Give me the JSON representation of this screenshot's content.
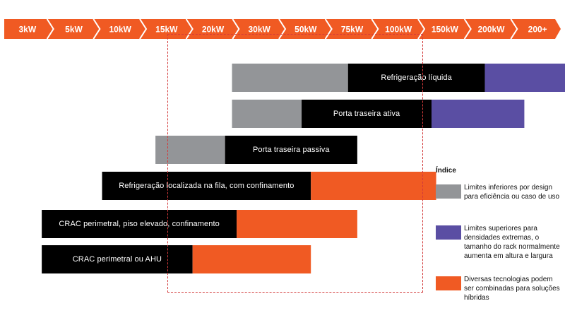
{
  "colors": {
    "scale_bg": "#f05a23",
    "gray": "#939598",
    "black": "#000000",
    "purple": "#5a4ea3",
    "orange": "#f05a23",
    "dash": "#d23a3a"
  },
  "scale": {
    "labels": [
      "3kW",
      "5kW",
      "10kW",
      "15kW",
      "20kW",
      "30kW",
      "50kW",
      "75kW",
      "100kW",
      "150kW",
      "200kW",
      "200+"
    ]
  },
  "bars": [
    {
      "label": "Refrigeração líquida",
      "segments": [
        {
          "kind": "gray",
          "from": 5.0,
          "to": 7.5
        },
        {
          "kind": "black",
          "from": 7.5,
          "to": 10.45
        },
        {
          "kind": "purple",
          "from": 10.45,
          "to": 12.75
        }
      ]
    },
    {
      "label": "Porta traseira ativa",
      "segments": [
        {
          "kind": "gray",
          "from": 5.0,
          "to": 6.5
        },
        {
          "kind": "black",
          "from": 6.5,
          "to": 9.3
        },
        {
          "kind": "purple",
          "from": 9.3,
          "to": 11.3
        }
      ]
    },
    {
      "label": "Porta traseira passiva",
      "segments": [
        {
          "kind": "gray",
          "from": 3.35,
          "to": 4.85
        },
        {
          "kind": "black",
          "from": 4.85,
          "to": 7.7
        }
      ]
    },
    {
      "label": "Refrigeração localizada na fila, com confinamento",
      "segments": [
        {
          "kind": "black",
          "from": 2.2,
          "to": 6.7
        },
        {
          "kind": "orange",
          "from": 6.7,
          "to": 9.4
        }
      ]
    },
    {
      "label": "CRAC perimetral, piso elevado, confinamento",
      "segments": [
        {
          "kind": "black",
          "from": 0.9,
          "to": 5.1
        },
        {
          "kind": "orange",
          "from": 5.1,
          "to": 7.7
        }
      ]
    },
    {
      "label": "CRAC perimetral ou AHU",
      "segments": [
        {
          "kind": "black",
          "from": 0.9,
          "to": 4.15
        },
        {
          "kind": "orange",
          "from": 4.15,
          "to": 6.7
        }
      ]
    }
  ],
  "legend": {
    "title": "Índice",
    "items": [
      {
        "kind": "gray",
        "text": "Limites inferiores por design para eficiência ou caso de uso"
      },
      {
        "kind": "purple",
        "text": "Limites superiores para densidades extremas, o tamanho do rack normalmente aumenta em altura e largura"
      },
      {
        "kind": "orange",
        "text": "Diversas tecnologias podem ser combinadas para soluções híbridas"
      }
    ]
  }
}
